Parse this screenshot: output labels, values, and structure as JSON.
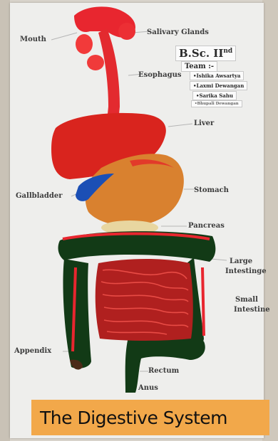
{
  "labels": {
    "mouth": "Mouth",
    "salivary_glands": "Salivary Glands",
    "esophagus": "Esophagus",
    "liver": "Liver",
    "gallbladder": "Gallbladder",
    "stomach": "Stomach",
    "pancreas": "Pancreas",
    "large_intestine_line1": "Large",
    "large_intestine_line2": "Intestinge",
    "small_intestine_line1": "Small",
    "small_intestine_line2": "Intestine",
    "appendix": "Appendix",
    "rectum": "Rectum",
    "anus": "Anus"
  },
  "team": {
    "course": "B.Sc. II",
    "course_suffix": "nd",
    "heading": "Team :-",
    "members": [
      "•Ishika Awsartya",
      "•Laxmi Dewangan",
      "•Sarika Sahu",
      "•Bhupali Dewangan"
    ]
  },
  "title": "The Digestive System",
  "colors": {
    "organ_red": "#e8262f",
    "liver": "#d9241e",
    "stomach": "#d9812f",
    "gallbladder": "#1b4fb5",
    "intestine_green": "#123a16",
    "title_strip": "#f2a84a"
  }
}
